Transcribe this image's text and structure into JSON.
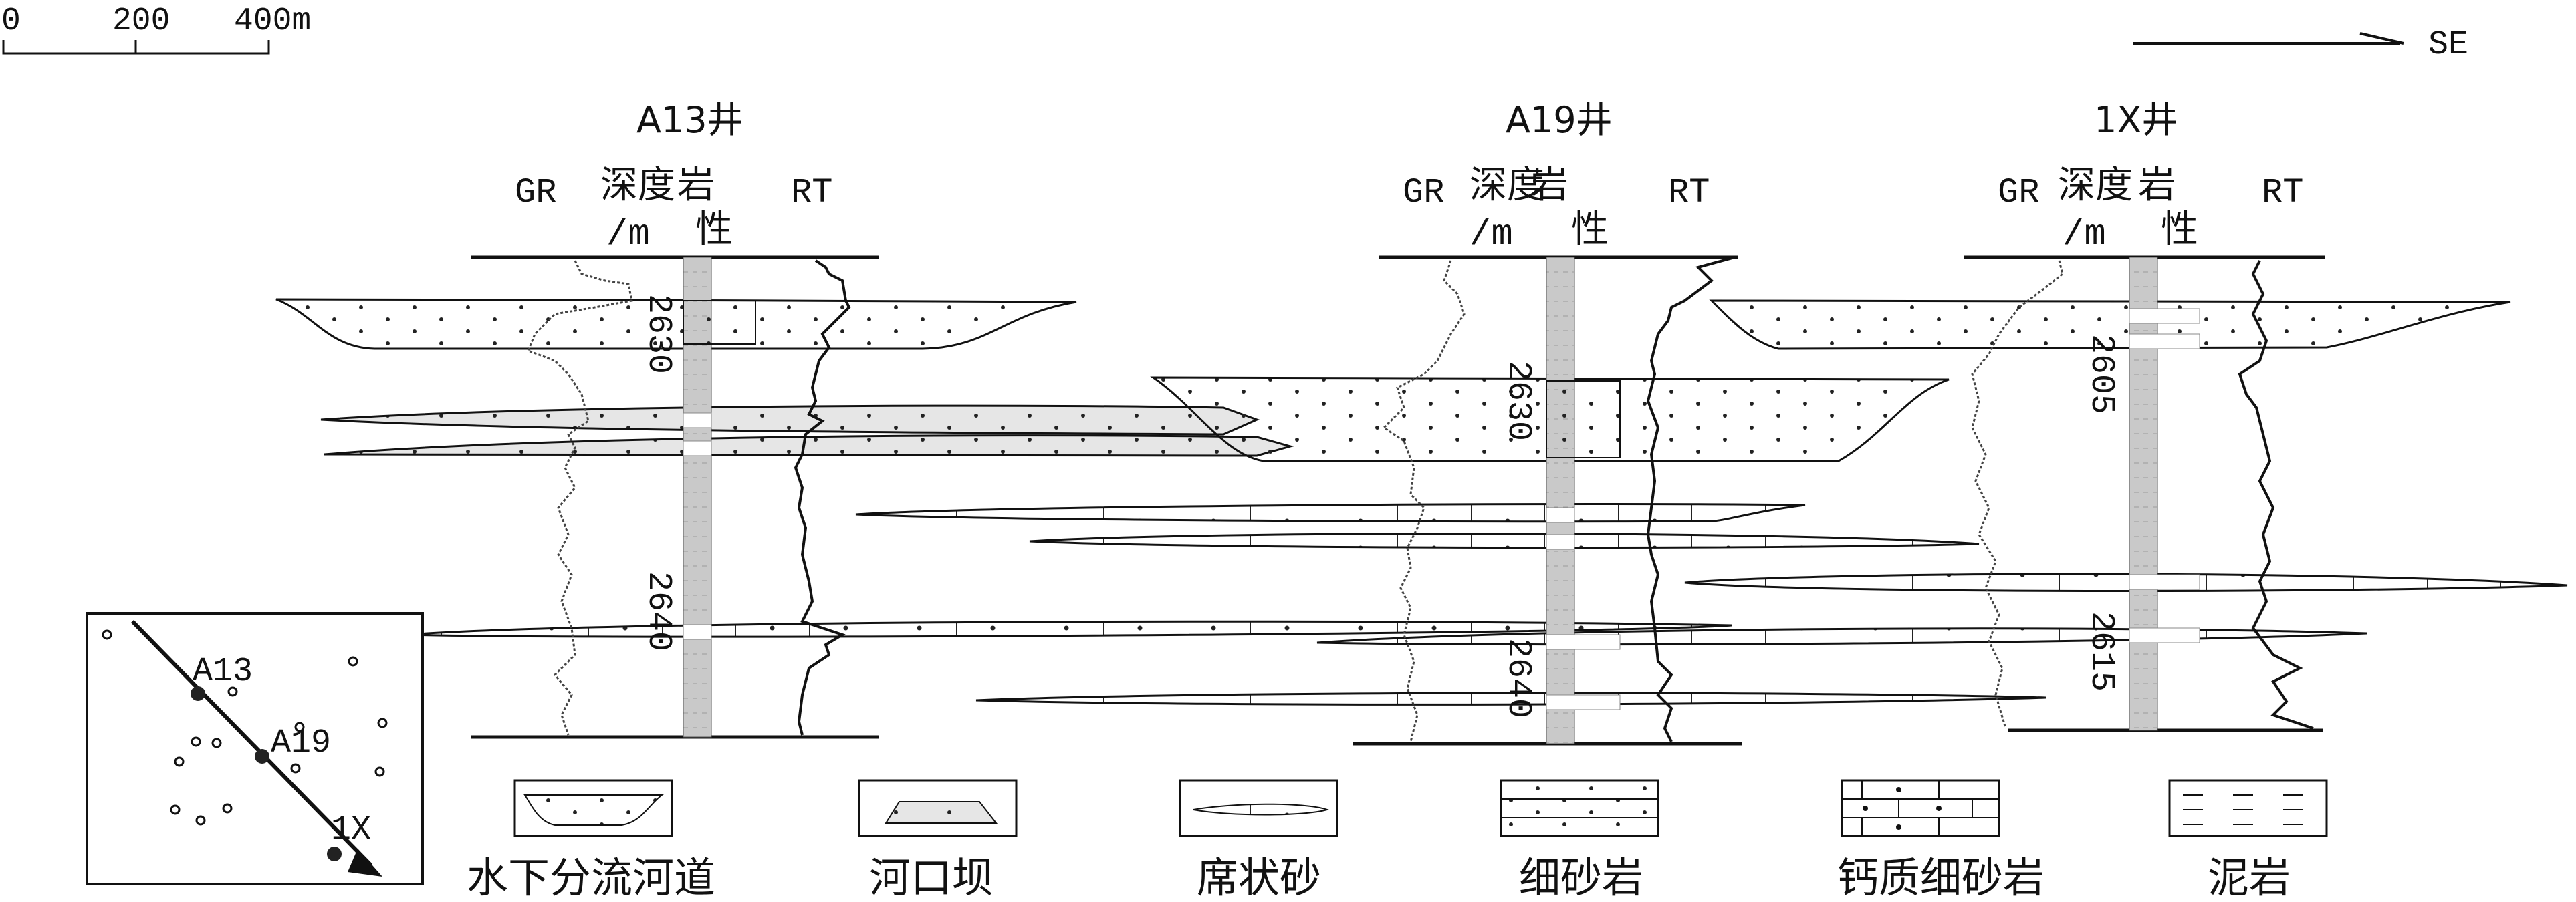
{
  "scale_bar": {
    "ticks": [
      "0",
      "200",
      "400m"
    ]
  },
  "direction": {
    "label": "SE"
  },
  "wells": [
    {
      "name": "A13井",
      "gr": "GR",
      "depth_header_1": "深度",
      "depth_header_2": "/m",
      "lith_header_1": "岩",
      "lith_header_2": "性",
      "rt": "RT",
      "depths": [
        "2630",
        "2640"
      ]
    },
    {
      "name": "A19井",
      "gr": "GR",
      "depth_header_1": "深度",
      "depth_header_2": "/m",
      "lith_header_1": "岩",
      "lith_header_2": "性",
      "rt": "RT",
      "depths": [
        "2630",
        "2640"
      ]
    },
    {
      "name": "1X井",
      "gr": "GR",
      "depth_header_1": "深度",
      "depth_header_2": "/m",
      "lith_header_1": "岩",
      "lith_header_2": "性",
      "rt": "RT",
      "depths": [
        "2605",
        "2615"
      ]
    }
  ],
  "inset_map": {
    "wells": [
      "A13",
      "A19",
      "1X"
    ]
  },
  "legend": [
    {
      "label": "水下分流河道",
      "icon": "channel-icon"
    },
    {
      "label": "河口坝",
      "icon": "mouth-bar-icon"
    },
    {
      "label": "席状砂",
      "icon": "sheet-sand-icon"
    },
    {
      "label": "细砂岩",
      "icon": "fine-sandstone-icon"
    },
    {
      "label": "钙质细砂岩",
      "icon": "calcareous-sandstone-icon"
    },
    {
      "label": "泥岩",
      "icon": "mudstone-icon"
    }
  ]
}
